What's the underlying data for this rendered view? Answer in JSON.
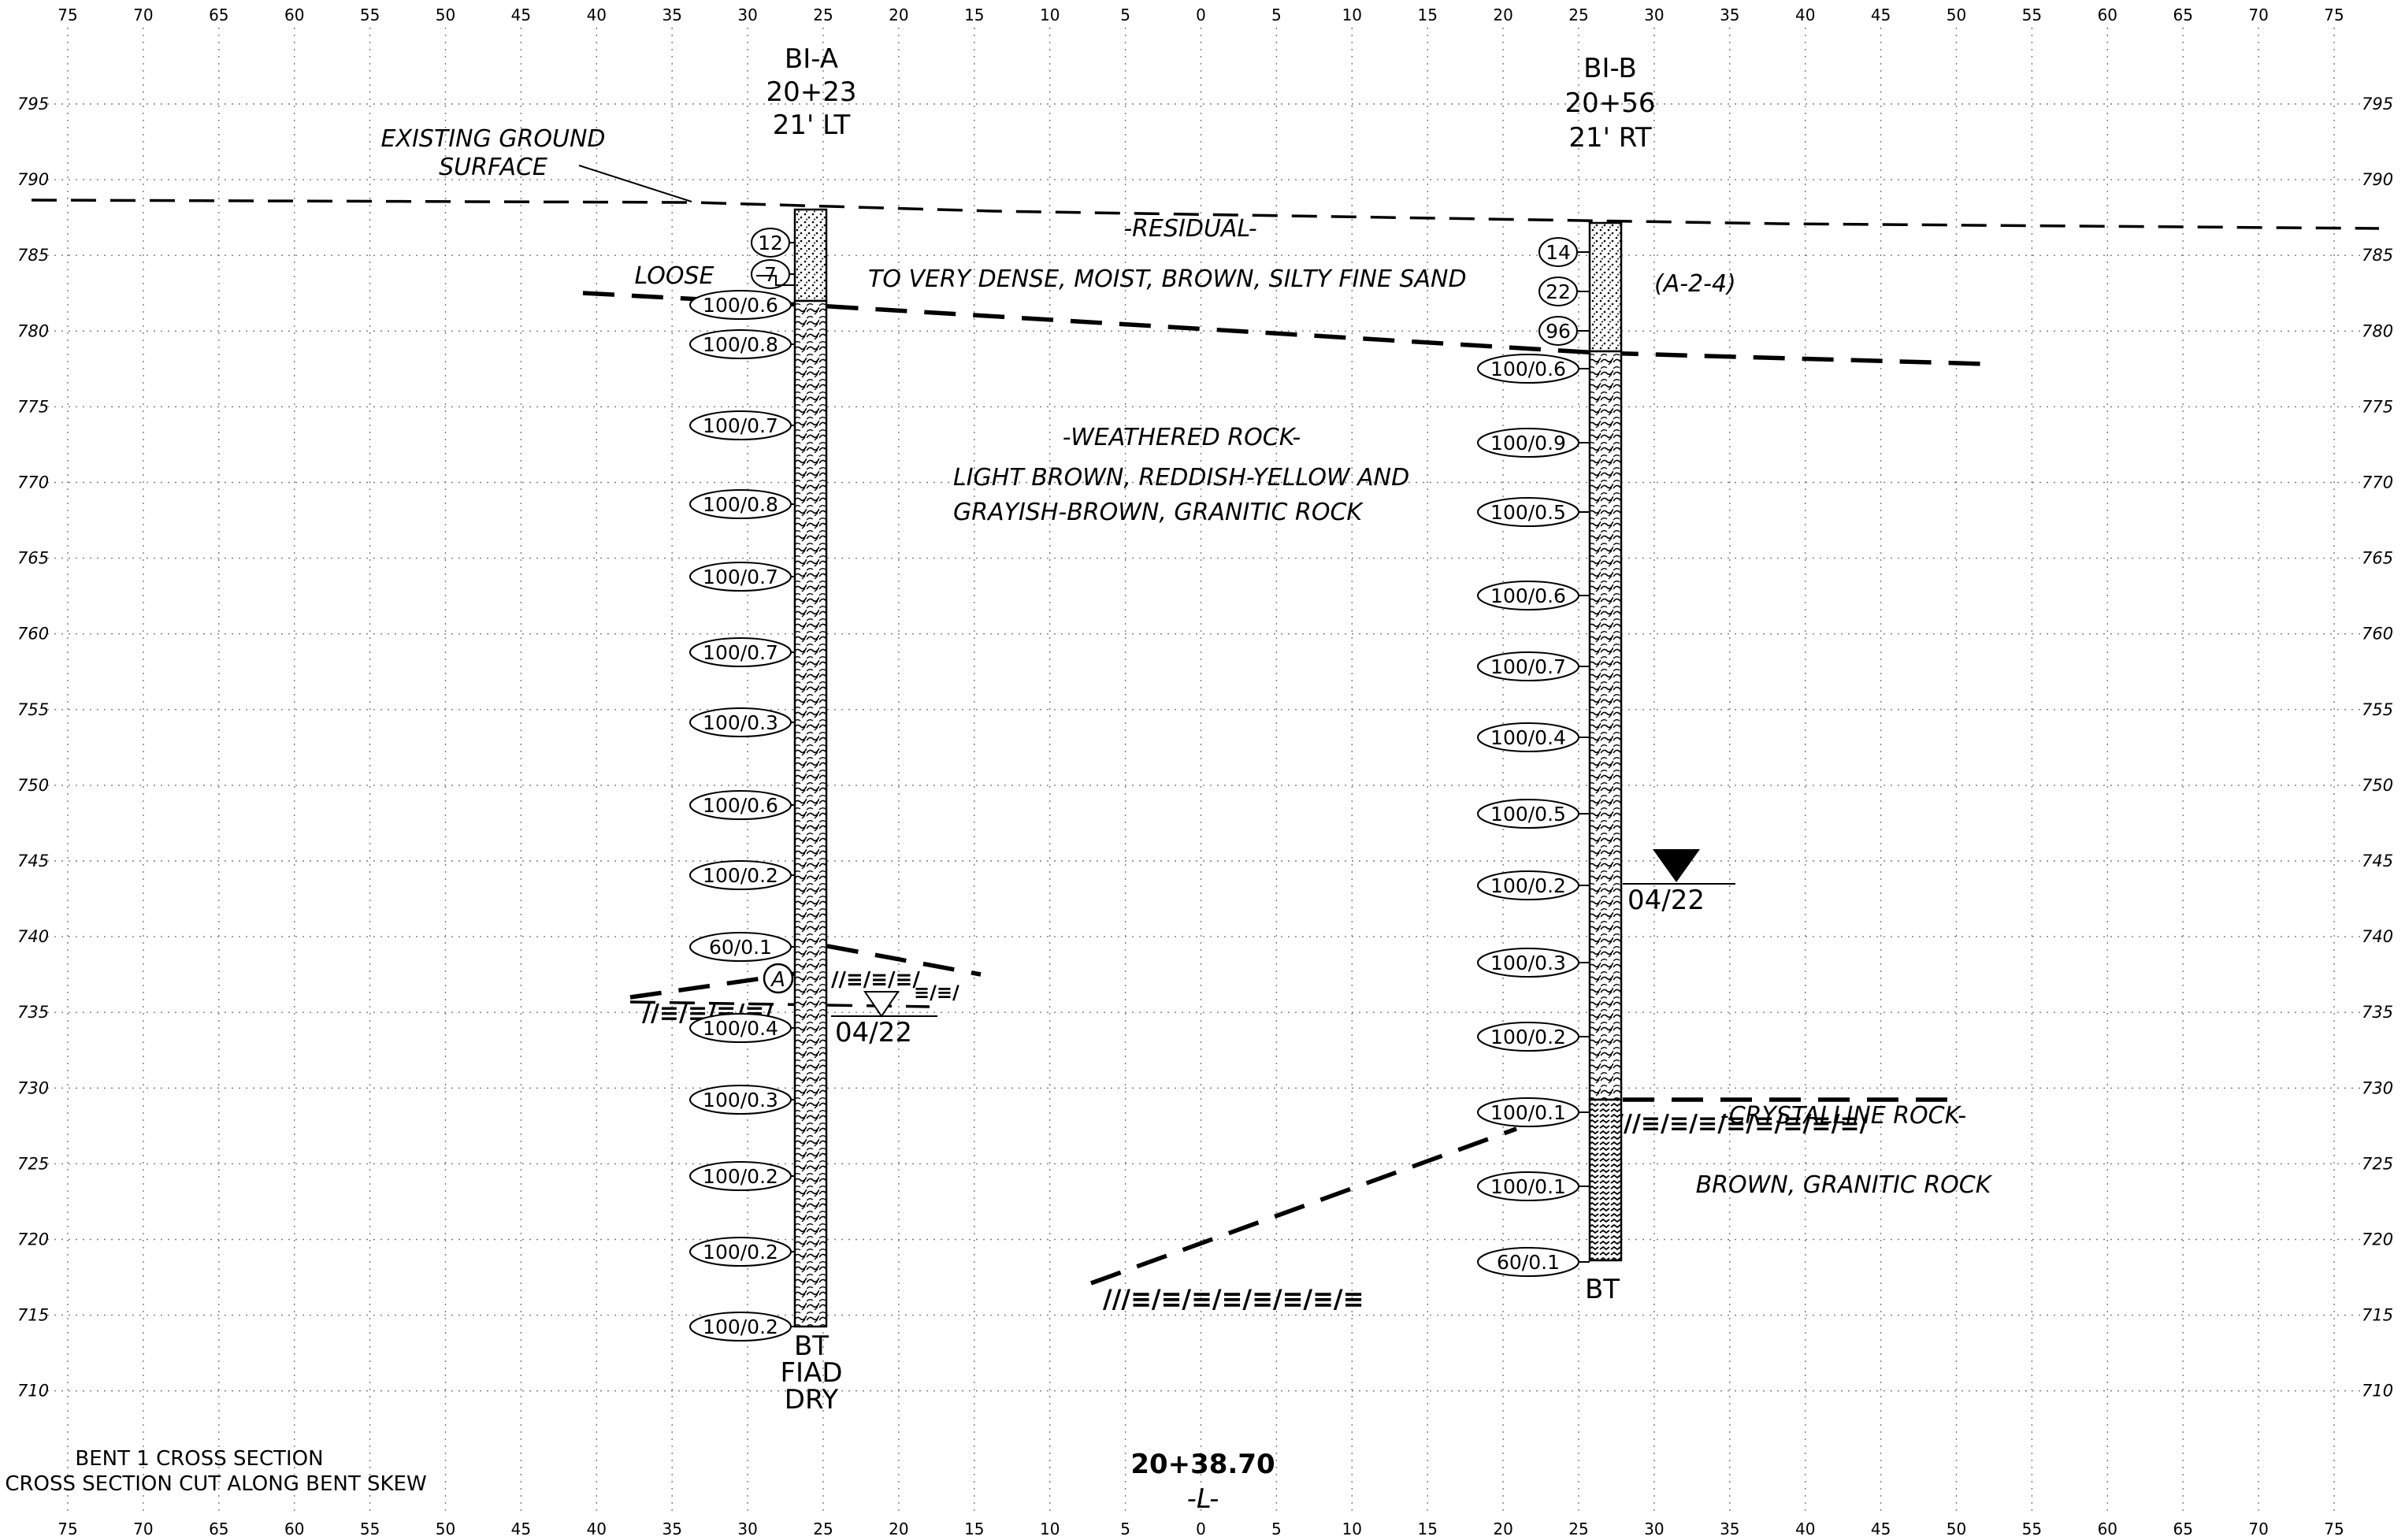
{
  "offset_ticks": [
    "75",
    "70",
    "65",
    "60",
    "55",
    "50",
    "45",
    "40",
    "35",
    "30",
    "25",
    "20",
    "15",
    "10",
    "5",
    "0",
    "5",
    "10",
    "15",
    "20",
    "25",
    "30",
    "35",
    "40",
    "45",
    "50",
    "55",
    "60",
    "65",
    "70",
    "75"
  ],
  "elevations": [
    "795",
    "790",
    "785",
    "780",
    "775",
    "770",
    "765",
    "760",
    "755",
    "750",
    "745",
    "740",
    "735",
    "730",
    "725",
    "720",
    "715",
    "710"
  ],
  "borings": [
    {
      "id": "BI-A",
      "station": "20+23",
      "offset": "21' LT",
      "samples": [
        "12",
        "7",
        "100/0.6",
        "100/0.8",
        "100/0.7",
        "100/0.8",
        "100/0.7",
        "100/0.7",
        "100/0.3",
        "100/0.6",
        "100/0.2",
        "60/0.1",
        "100/0.4",
        "100/0.3",
        "100/0.2",
        "100/0.2",
        "100/0.2"
      ],
      "marker": "A",
      "water_date": "04/22",
      "bottom_labels": [
        "BT",
        "FIAD",
        "DRY"
      ]
    },
    {
      "id": "BI-B",
      "station": "20+56",
      "offset": "21' RT",
      "samples": [
        "14",
        "22",
        "96",
        "100/0.6",
        "100/0.9",
        "100/0.5",
        "100/0.6",
        "100/0.7",
        "100/0.4",
        "100/0.5",
        "100/0.2",
        "100/0.3",
        "100/0.2",
        "100/0.1",
        "100/0.1",
        "60/0.1"
      ],
      "water_date": "04/22",
      "bottom_labels": [
        "BT"
      ]
    }
  ],
  "labels": {
    "existing_ground_1": "EXISTING GROUND",
    "existing_ground_2": "SURFACE",
    "residual": "-RESIDUAL-",
    "loose": "LOOSE",
    "residual_desc": "TO VERY DENSE, MOIST, BROWN, SILTY FINE SAND",
    "aashto": "(A-2-4)",
    "weathered_rock": "-WEATHERED ROCK-",
    "weathered_desc_1": "LIGHT BROWN, REDDISH-YELLOW AND",
    "weathered_desc_2": "GRAYISH-BROWN, GRANITIC ROCK",
    "crystalline_rock": "-CRYSTALLINE ROCK-",
    "crystalline_desc": "BROWN, GRANITIC ROCK"
  },
  "title_block": {
    "line1": "BENT 1 CROSS SECTION",
    "line2": "CROSS SECTION CUT ALONG BENT SKEW",
    "station": "20+38.70",
    "alignment": "-L-"
  }
}
